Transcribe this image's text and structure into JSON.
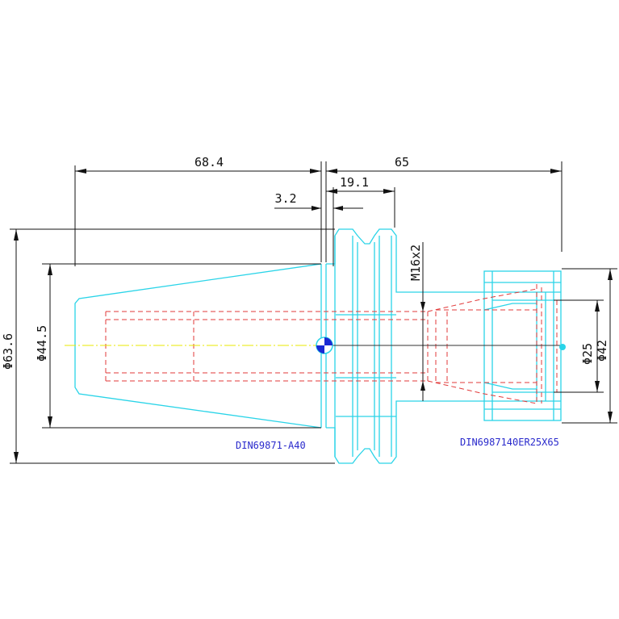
{
  "colors": {
    "outline": "#2ad4e8",
    "hidden": "#e23a3a",
    "dimension": "#111111",
    "centerline": "#e8e800",
    "label": "#2a2acc"
  },
  "dimensions": {
    "taper_length": "68.4",
    "holder_length": "65",
    "flange_to_groove": "19.1",
    "flange_offset": "3.2",
    "thread": "M16x2",
    "dia_flange": "Φ63.6",
    "dia_taper": "Φ44.5",
    "dia_collet": "Φ25",
    "dia_nut": "Φ42"
  },
  "labels": {
    "shank_standard": "DIN69871-A40",
    "collet_standard": "DIN6987140ER25X65"
  }
}
